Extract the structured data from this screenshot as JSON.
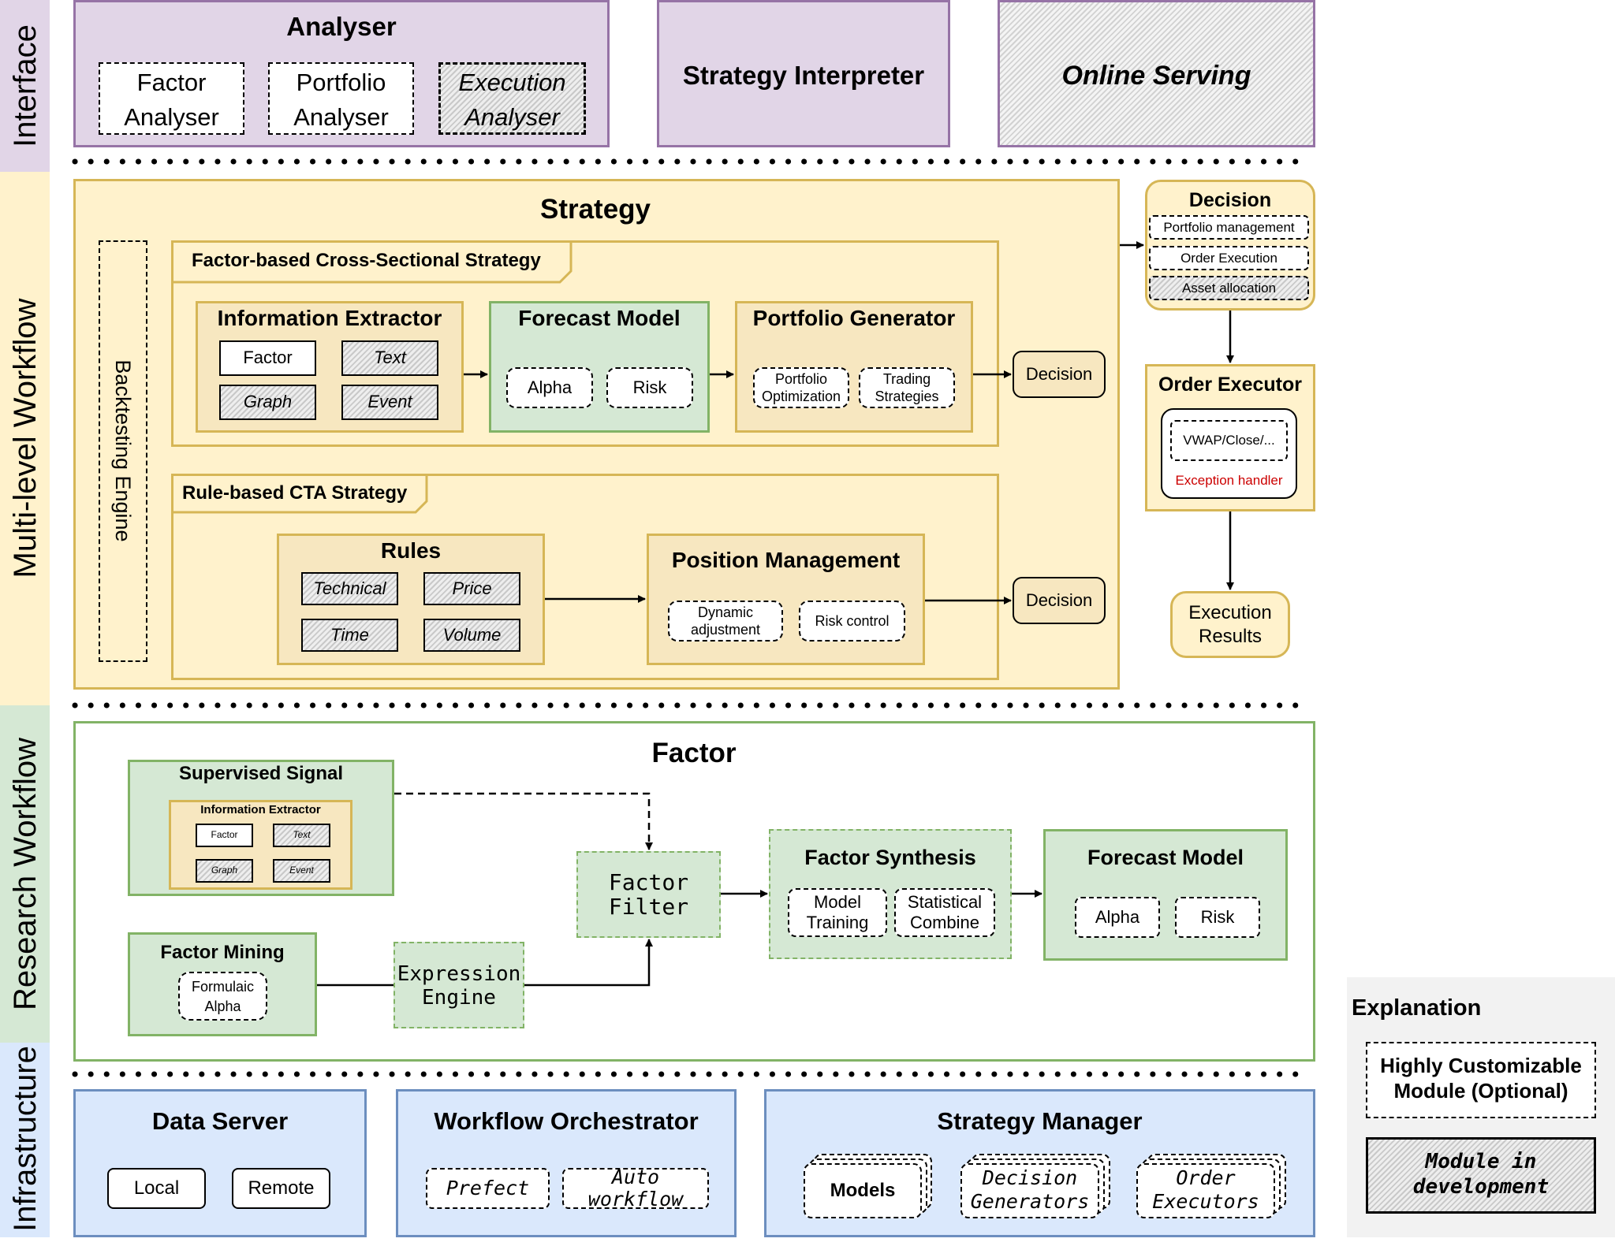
{
  "side_labels": {
    "interface": "Interface",
    "multi_level": "Multi-level Workflow",
    "research": "Research Workflow",
    "infrastructure": "Infrastructure"
  },
  "interface": {
    "analyser": {
      "title": "Analyser",
      "factor": [
        "Factor",
        "Analyser"
      ],
      "portfolio": [
        "Portfolio",
        "Analyser"
      ],
      "execution": [
        "Execution",
        "Analyser"
      ]
    },
    "strategy_interpreter": "Strategy Interpreter",
    "online_serving": "Online Serving"
  },
  "strategy": {
    "title": "Strategy",
    "backtesting": "Backtesting Engine",
    "factor_based": {
      "tab": "Factor-based Cross-Sectional Strategy",
      "info_extractor": {
        "title": "Information Extractor",
        "items": [
          "Factor",
          "Text",
          "Graph",
          "Event"
        ]
      },
      "forecast_model": {
        "title": "Forecast Model",
        "items": [
          "Alpha",
          "Risk"
        ]
      },
      "portfolio_generator": {
        "title": "Portfolio Generator",
        "items": [
          [
            "Portfolio",
            "Optimization"
          ],
          [
            "Trading",
            "Strategies"
          ]
        ]
      },
      "decision": "Decision"
    },
    "rule_based": {
      "tab": "Rule-based CTA Strategy",
      "rules": {
        "title": "Rules",
        "items": [
          "Technical",
          "Price",
          "Time",
          "Volume"
        ]
      },
      "position_management": {
        "title": "Position Management",
        "items": [
          [
            "Dynamic",
            "adjustment"
          ],
          [
            "Risk control"
          ]
        ]
      },
      "decision": "Decision"
    }
  },
  "decision_panel": {
    "title": "Decision",
    "items": [
      "Portfolio management",
      "Order Execution",
      "Asset allocation"
    ]
  },
  "order_executor": {
    "title": "Order Executor",
    "inner": "VWAP/Close/...",
    "exception": "Exception handler"
  },
  "execution_results": [
    "Execution",
    "Results"
  ],
  "factor": {
    "title": "Factor",
    "supervised_signal": {
      "title": "Supervised Signal",
      "extractor_title": "Information Extractor",
      "items": [
        "Factor",
        "Text",
        "Graph",
        "Event"
      ]
    },
    "factor_mining": {
      "title": "Factor Mining",
      "item": [
        "Formulaic",
        "Alpha"
      ]
    },
    "expression_engine": [
      "Expression",
      "Engine"
    ],
    "factor_filter": "Factor Filter",
    "factor_synthesis": {
      "title": "Factor Synthesis",
      "items": [
        [
          "Model",
          "Training"
        ],
        [
          "Statistical",
          "Combine"
        ]
      ]
    },
    "forecast_model": {
      "title": "Forecast Model",
      "items": [
        "Alpha",
        "Risk"
      ]
    }
  },
  "infrastructure": {
    "data_server": {
      "title": "Data Server",
      "items": [
        "Local",
        "Remote"
      ]
    },
    "workflow_orchestrator": {
      "title": "Workflow Orchestrator",
      "items": [
        "Prefect",
        "Auto workflow"
      ]
    },
    "strategy_manager": {
      "title": "Strategy Manager",
      "items": [
        "Models",
        [
          "Decision",
          "Generators"
        ],
        [
          "Order",
          "Executors"
        ]
      ]
    }
  },
  "explanation": {
    "title": "Explanation",
    "customizable": [
      "Highly Customizable",
      "Module (Optional)"
    ],
    "in_development": [
      "Module in",
      "development"
    ]
  },
  "colors": {
    "interface_band": "#e1d5e7",
    "workflow_band": "#fff2cc",
    "research_band": "#d5e8d4",
    "infra_band": "#dae8fc",
    "exception_text": "#cc0000"
  }
}
